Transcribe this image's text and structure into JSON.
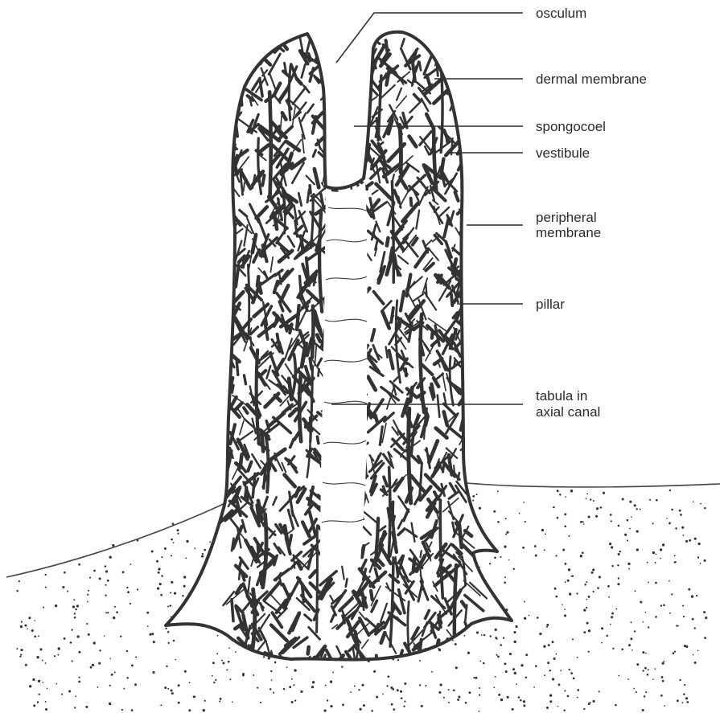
{
  "diagram": {
    "labels": [
      {
        "id": "osculum",
        "lines": [
          "osculum"
        ]
      },
      {
        "id": "dermal-membrane",
        "lines": [
          "dermal membrane"
        ]
      },
      {
        "id": "spongocoel",
        "lines": [
          "spongocoel"
        ]
      },
      {
        "id": "vestibule",
        "lines": [
          "vestibule"
        ]
      },
      {
        "id": "peripheral-membrane",
        "lines": [
          "peripheral",
          "membrane"
        ]
      },
      {
        "id": "pillar",
        "lines": [
          "pillar"
        ]
      },
      {
        "id": "tabula-axial-canal",
        "lines": [
          "tabula in",
          "axial canal"
        ]
      }
    ],
    "colors": {
      "ink": "#333333",
      "label": "#2b2b2b",
      "background": "#ffffff"
    }
  }
}
